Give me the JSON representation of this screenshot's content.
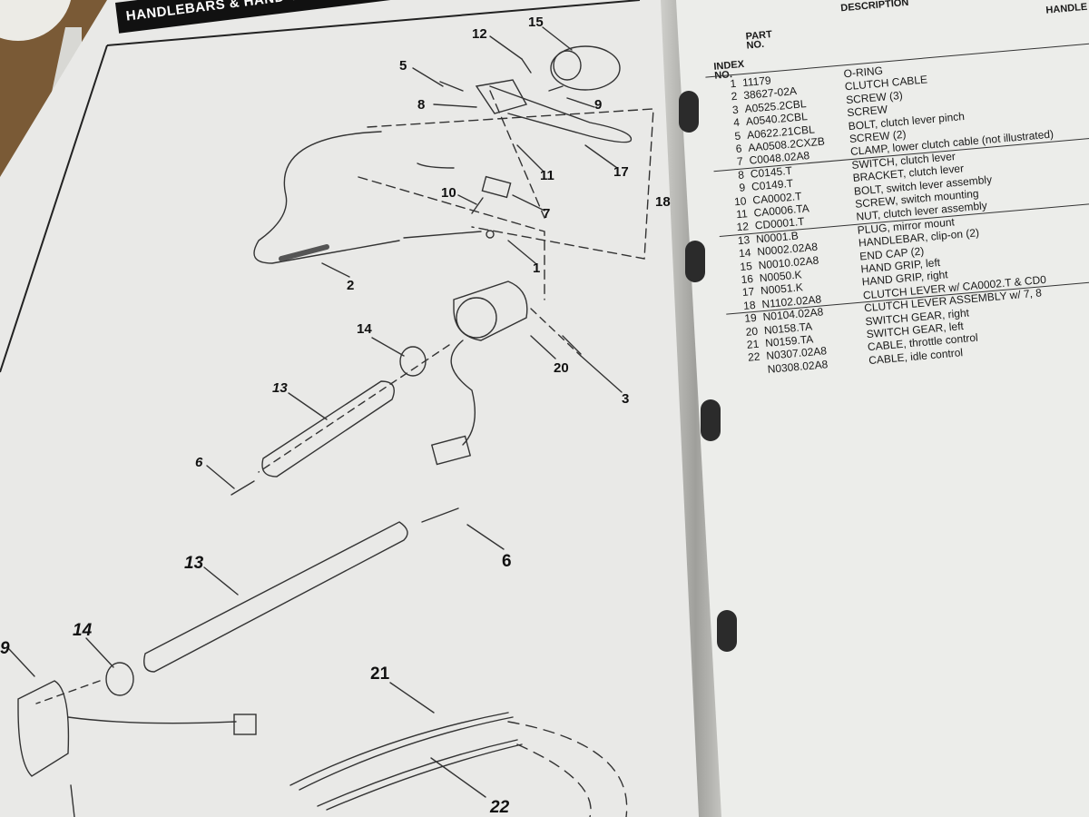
{
  "page": {
    "title": "HANDLEBARS & HAND CONTROLS",
    "right_header": "HANDLE"
  },
  "diagram": {
    "callouts": [
      {
        "id": "c12",
        "label": "12"
      },
      {
        "id": "c15",
        "label": "15"
      },
      {
        "id": "c5",
        "label": "5"
      },
      {
        "id": "c8",
        "label": "8"
      },
      {
        "id": "c9a",
        "label": "9"
      },
      {
        "id": "c17",
        "label": "17"
      },
      {
        "id": "c18",
        "label": "18"
      },
      {
        "id": "c11",
        "label": "11"
      },
      {
        "id": "c10",
        "label": "10"
      },
      {
        "id": "c7",
        "label": "7"
      },
      {
        "id": "c1",
        "label": "1"
      },
      {
        "id": "c2",
        "label": "2"
      },
      {
        "id": "c14a",
        "label": "14"
      },
      {
        "id": "c20",
        "label": "20"
      },
      {
        "id": "c3",
        "label": "3"
      },
      {
        "id": "c13a",
        "label": "13"
      },
      {
        "id": "c6a",
        "label": "6"
      },
      {
        "id": "c6b",
        "label": "6"
      },
      {
        "id": "c13b",
        "label": "13"
      },
      {
        "id": "c14b",
        "label": "14"
      },
      {
        "id": "c9b",
        "label": "9"
      },
      {
        "id": "c21",
        "label": "21"
      },
      {
        "id": "c22",
        "label": "22"
      }
    ]
  },
  "parts_table": {
    "headers": {
      "index_no": "INDEX NO.",
      "part_no": "PART NO.",
      "description": "DESCRIPTION"
    },
    "rows": [
      {
        "index": "1",
        "part": "11179",
        "desc": "O-RING"
      },
      {
        "index": "2",
        "part": "38627-02A",
        "desc": "CLUTCH CABLE"
      },
      {
        "index": "3",
        "part": "A0525.2CBL",
        "desc": "SCREW (3)"
      },
      {
        "index": "4",
        "part": "A0540.2CBL",
        "desc": "SCREW"
      },
      {
        "index": "5",
        "part": "A0622.21CBL",
        "desc": "BOLT, clutch lever pinch"
      },
      {
        "index": "6",
        "part": "AA0508.2CXZB",
        "desc": "SCREW (2)"
      },
      {
        "index": "7",
        "part": "C0048.02A8",
        "desc": "CLAMP, lower clutch cable (not illustrated)"
      },
      {
        "index": "8",
        "part": "C0145.T",
        "desc": "SWITCH, clutch lever"
      },
      {
        "index": "9",
        "part": "C0149.T",
        "desc": "BRACKET, clutch lever"
      },
      {
        "index": "10",
        "part": "CA0002.T",
        "desc": "BOLT, switch lever assembly"
      },
      {
        "index": "11",
        "part": "CA0006.TA",
        "desc": "SCREW, switch mounting"
      },
      {
        "index": "12",
        "part": "CD0001.T",
        "desc": "NUT, clutch lever assembly"
      },
      {
        "index": "13",
        "part": "N0001.B",
        "desc": "PLUG, mirror mount"
      },
      {
        "index": "14",
        "part": "N0002.02A8",
        "desc": "HANDLEBAR, clip-on (2)"
      },
      {
        "index": "15",
        "part": "N0010.02A8",
        "desc": "END CAP (2)"
      },
      {
        "index": "16",
        "part": "N0050.K",
        "desc": "HAND GRIP, left"
      },
      {
        "index": "17",
        "part": "N0051.K",
        "desc": "HAND GRIP, right"
      },
      {
        "index": "18",
        "part": "N1102.02A8",
        "desc": "CLUTCH LEVER w/ CA0002.T & CD0"
      },
      {
        "index": "19",
        "part": "N0104.02A8",
        "desc": "CLUTCH LEVER ASSEMBLY w/ 7, 8"
      },
      {
        "index": "20",
        "part": "N0158.TA",
        "desc": "SWITCH GEAR, right"
      },
      {
        "index": "21",
        "part": "N0159.TA",
        "desc": "SWITCH GEAR, left"
      },
      {
        "index": "22",
        "part": "N0307.02A8",
        "desc": "CABLE, throttle control"
      },
      {
        "index": "",
        "part": "N0308.02A8",
        "desc": "CABLE, idle control"
      }
    ]
  }
}
